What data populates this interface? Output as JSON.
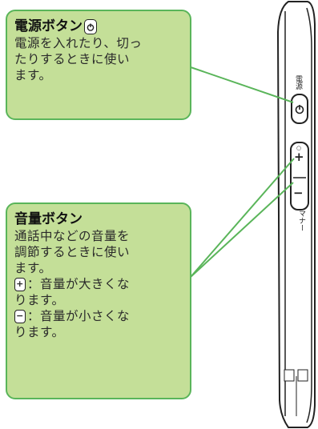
{
  "power_callout": {
    "title": "電源ボタン",
    "title_icon": "power-icon",
    "body_lines": [
      "電源を入れたり、切っ",
      "たりするときに使い",
      "ます。"
    ]
  },
  "volume_callout": {
    "title": "音量ボタン",
    "body_lines": [
      "通話中などの音量を",
      "調節するときに使い",
      "ます。"
    ],
    "plus_desc_lines": [
      "：音量が大きくな",
      "ります。"
    ],
    "minus_desc_lines": [
      "：音量が小さくな",
      "ります。"
    ],
    "plus_key": "+",
    "minus_key": "−"
  },
  "phone_labels": {
    "power_label": "電源",
    "manner_label": "マナー",
    "plus_symbol": "+",
    "minus_symbol": "−",
    "dot_symbol": "○"
  },
  "colors": {
    "callout_fill": "#c4df98",
    "callout_border": "#5ab55a",
    "connector": "#5ab55a"
  }
}
